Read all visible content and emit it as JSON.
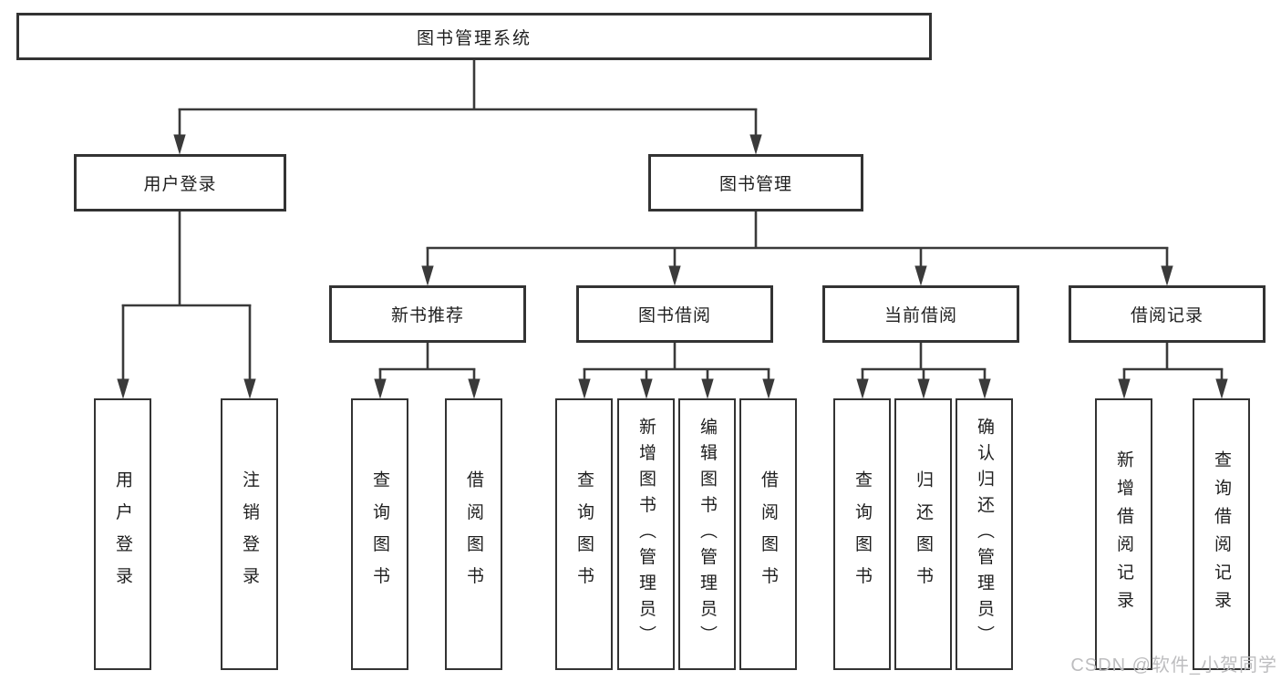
{
  "colors": {
    "line": "#3a3a3a",
    "border": "#333333",
    "text": "#1f1f1f",
    "watermark": "#bdbdbf",
    "background": "#ffffff"
  },
  "diagram": {
    "root": {
      "label": "图书管理系统"
    },
    "level2": [
      {
        "label": "用户登录"
      },
      {
        "label": "图书管理"
      }
    ],
    "level3": [
      {
        "label": "新书推荐",
        "parent": "图书管理"
      },
      {
        "label": "图书借阅",
        "parent": "图书管理"
      },
      {
        "label": "当前借阅",
        "parent": "图书管理"
      },
      {
        "label": "借阅记录",
        "parent": "图书管理"
      }
    ],
    "leaves": [
      {
        "label": "用户登录",
        "parent": "用户登录"
      },
      {
        "label": "注销登录",
        "parent": "用户登录"
      },
      {
        "label": "查询图书",
        "parent": "新书推荐"
      },
      {
        "label": "借阅图书",
        "parent": "新书推荐"
      },
      {
        "label": "查询图书",
        "parent": "图书借阅"
      },
      {
        "label": "新增图书（管理员）",
        "parent": "图书借阅"
      },
      {
        "label": "编辑图书（管理员）",
        "parent": "图书借阅"
      },
      {
        "label": "借阅图书",
        "parent": "图书借阅"
      },
      {
        "label": "查询图书",
        "parent": "当前借阅"
      },
      {
        "label": "归还图书",
        "parent": "当前借阅"
      },
      {
        "label": "确认归还（管理员）",
        "parent": "当前借阅"
      },
      {
        "label": "新增借阅记录",
        "parent": "借阅记录"
      },
      {
        "label": "查询借阅记录",
        "parent": "借阅记录"
      }
    ]
  },
  "watermark": {
    "text": "CSDN @软件_小贺同学"
  }
}
